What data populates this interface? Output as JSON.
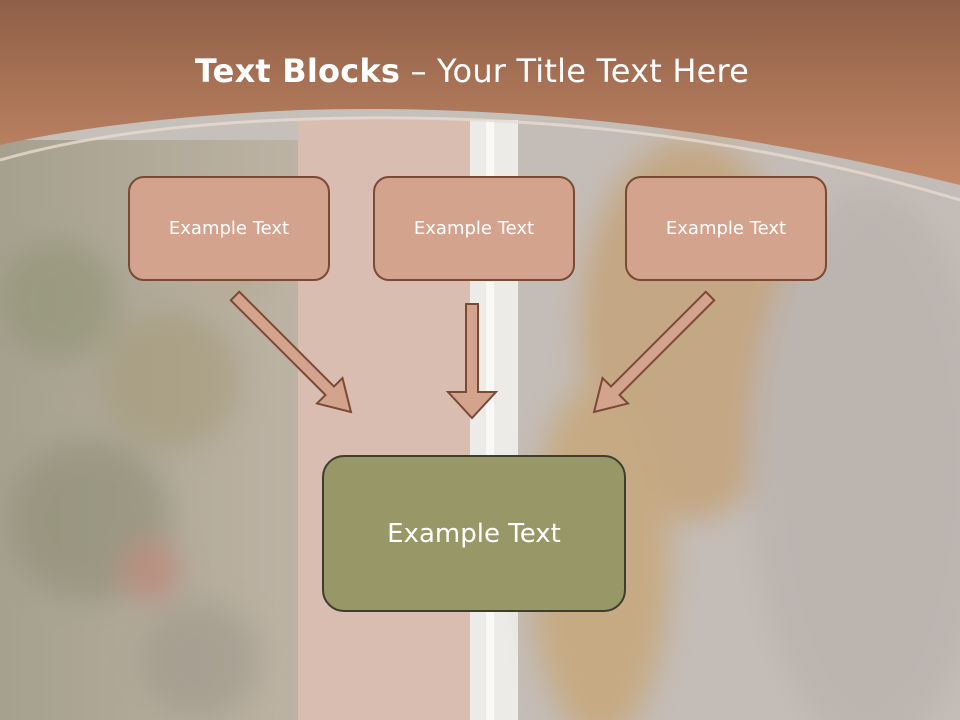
{
  "slide": {
    "title_bold": "Text Blocks",
    "title_rest": " – Your Title Text Here"
  },
  "diagram": {
    "top_boxes": [
      {
        "label": "Example Text"
      },
      {
        "label": "Example Text"
      },
      {
        "label": "Example Text"
      }
    ],
    "bottom_box": {
      "label": "Example Text"
    }
  },
  "colors": {
    "header": "#b87a5b",
    "top_box_fill": "#d4a38d",
    "top_box_border": "#7a4a35",
    "bottom_box_fill": "#979767",
    "bottom_box_border": "#3e3e2c",
    "arrow_fill": "#d4a38d",
    "arrow_stroke": "#7a4a35"
  }
}
